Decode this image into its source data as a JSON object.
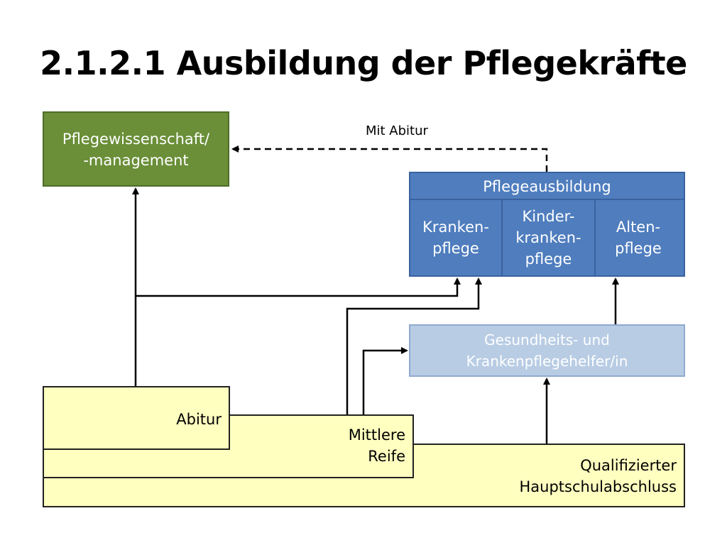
{
  "slide": {
    "title": "2.1.2.1 Ausbildung der Pflegekräfte"
  },
  "nodes": {
    "pflegewissenschaft": {
      "line1": "Pflegewissenschaft/",
      "line2": "-management"
    },
    "pflegeausbildung": {
      "header": "Pflegeausbildung",
      "kranken": {
        "line1": "Kranken-",
        "line2": "pflege"
      },
      "kinder": {
        "line1": "Kinder-",
        "line2": "kranken-",
        "line3": "pflege"
      },
      "alten": {
        "line1": "Alten-",
        "line2": "pflege"
      }
    },
    "helfer": {
      "line1": "Gesundheits- und",
      "line2": "Krankenpflegehelfer/in"
    },
    "abitur": {
      "label": "Abitur"
    },
    "mittlere_reife": {
      "line1": "Mittlere",
      "line2": "Reife"
    },
    "hauptschule": {
      "line1": "Qualifizierter",
      "line2": "Hauptschulabschluss"
    }
  },
  "edges": {
    "mit_abitur_label": "Mit Abitur"
  },
  "colors": {
    "green": "#6a8f38",
    "blue": "#4f7dbe",
    "light_blue": "#b8cce4",
    "yellow": "#ffffc0"
  }
}
